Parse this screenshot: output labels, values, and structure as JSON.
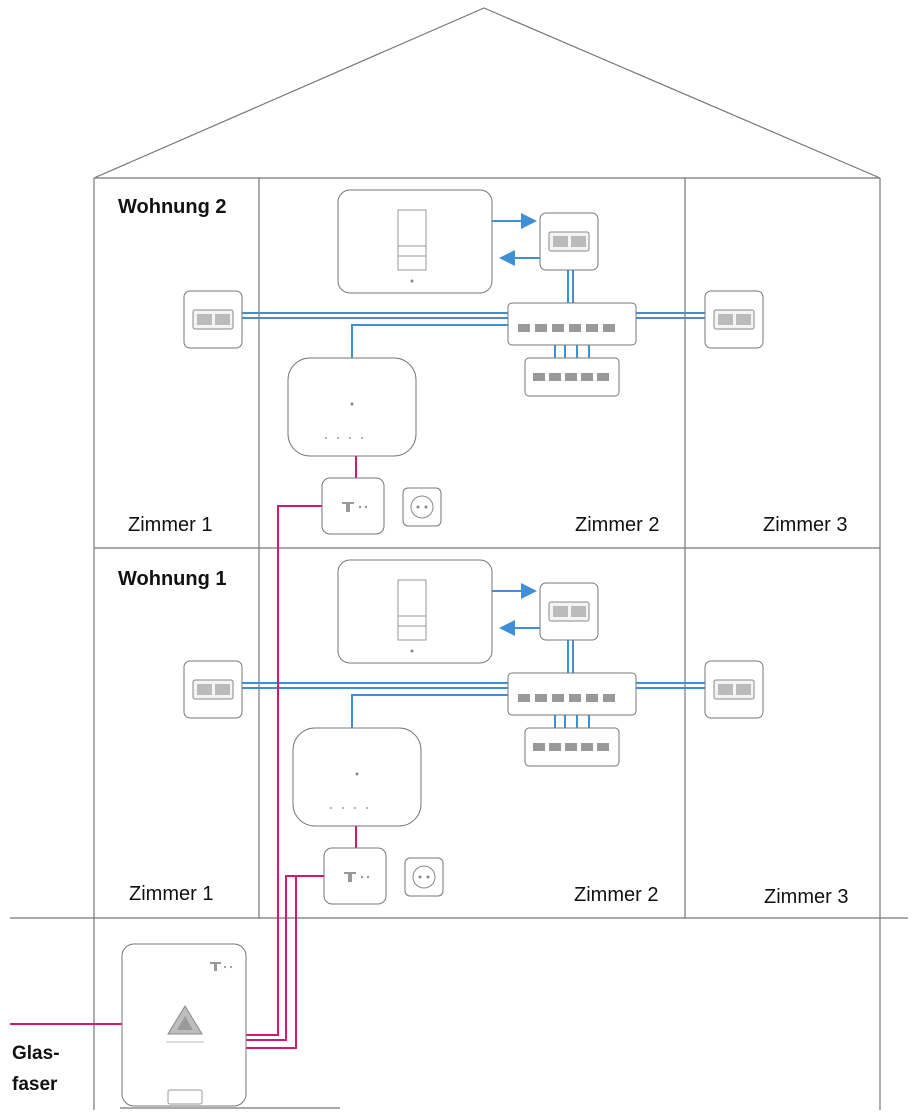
{
  "floors": {
    "upper": {
      "title": "Wohnung 2",
      "rooms": [
        "Zimmer 1",
        "Zimmer 2",
        "Zimmer 3"
      ]
    },
    "lower": {
      "title": "Wohnung 1",
      "rooms": [
        "Zimmer 1",
        "Zimmer 2",
        "Zimmer 3"
      ]
    }
  },
  "fiber_label": {
    "line1": "Glas-",
    "line2": "faser"
  },
  "colors": {
    "outline": "#777777",
    "ethernet": "#3f8fd6",
    "fiber": "#d3186d",
    "device": "#888888"
  },
  "icons": [
    "network-wall-socket-icon",
    "ethernet-switch-icon",
    "router-icon",
    "fiber-modem-icon",
    "power-outlet-icon",
    "telekom-logo-icon",
    "fiber-distribution-box-icon"
  ]
}
